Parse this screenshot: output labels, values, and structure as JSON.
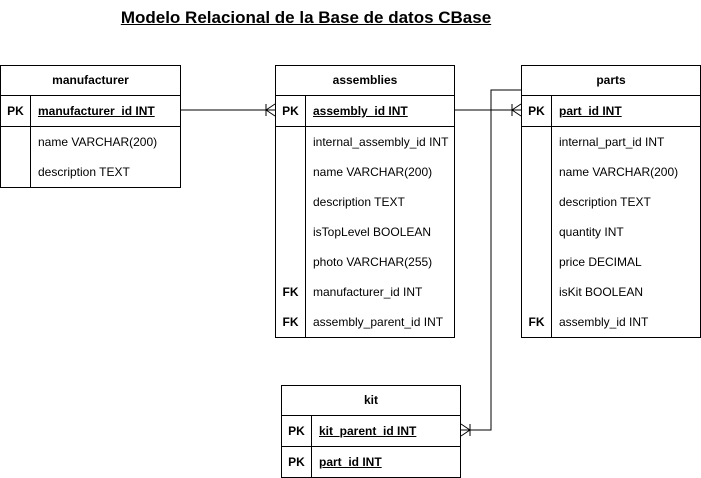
{
  "title": "Modelo Relacional de la Base de datos CBase",
  "tables": {
    "manufacturer": {
      "name": "manufacturer",
      "pk": {
        "key": "PK",
        "field": "manufacturer_id  INT"
      },
      "fields": [
        {
          "key": "",
          "field": "name  VARCHAR(200)"
        },
        {
          "key": "",
          "field": "description  TEXT"
        }
      ]
    },
    "assemblies": {
      "name": "assemblies",
      "pk": {
        "key": "PK",
        "field": "assembly_id  INT"
      },
      "fields": [
        {
          "key": "",
          "field": "internal_assembly_id  INT"
        },
        {
          "key": "",
          "field": "name  VARCHAR(200)"
        },
        {
          "key": "",
          "field": "description  TEXT"
        },
        {
          "key": "",
          "field": "isTopLevel  BOOLEAN"
        },
        {
          "key": "",
          "field": "photo  VARCHAR(255)"
        },
        {
          "key": "FK",
          "field": "manufacturer_id  INT"
        },
        {
          "key": "FK",
          "field": "assembly_parent_id  INT"
        }
      ]
    },
    "parts": {
      "name": "parts",
      "pk": {
        "key": "PK",
        "field": "part_id  INT"
      },
      "fields": [
        {
          "key": "",
          "field": "internal_part_id  INT"
        },
        {
          "key": "",
          "field": "name VARCHAR(200)"
        },
        {
          "key": "",
          "field": "description  TEXT"
        },
        {
          "key": "",
          "field": "quantity  INT"
        },
        {
          "key": "",
          "field": "price  DECIMAL"
        },
        {
          "key": "",
          "field": "isKit  BOOLEAN"
        },
        {
          "key": "FK",
          "field": "assembly_id  INT"
        }
      ]
    },
    "kit": {
      "name": "kit",
      "pk": {
        "key": "PK",
        "field": "kit_parent_id  INT"
      },
      "fields": [
        {
          "key": "PK",
          "field": "part_id  INT",
          "pk": true
        }
      ]
    }
  }
}
